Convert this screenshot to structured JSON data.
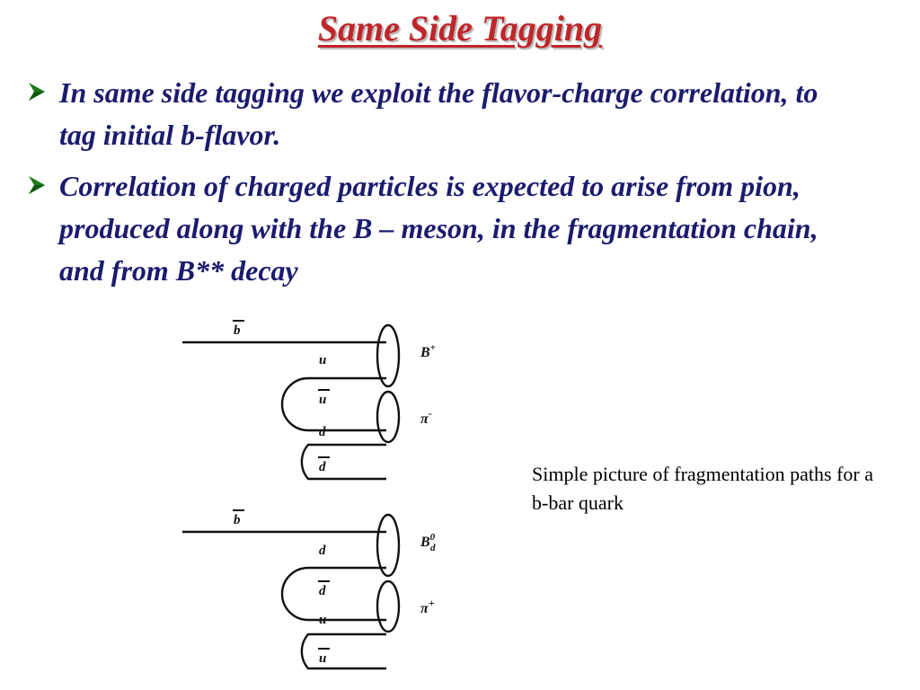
{
  "slide": {
    "title": "Same Side Tagging",
    "bullets": [
      {
        "icon": "arrow-bullet-icon",
        "text": "In same side tagging we exploit the flavor-charge correlation, to tag initial b-flavor."
      },
      {
        "icon": "arrow-bullet-icon",
        "text": "Correlation of charged particles is expected to arise from pion, produced along with the B – meson, in the fragmentation chain, and from B** decay"
      }
    ],
    "caption": "Simple picture of fragmentation paths for a b-bar quark"
  },
  "diagram": {
    "top": {
      "quark_labels": [
        "b",
        "u",
        "u",
        "d",
        "d"
      ],
      "meson_labels": [
        {
          "base": "B",
          "sup": "+",
          "sub": ""
        },
        {
          "base": "π",
          "sup": "-",
          "sub": ""
        }
      ]
    },
    "bottom": {
      "quark_labels": [
        "b",
        "d",
        "d",
        "u",
        "u"
      ],
      "meson_labels": [
        {
          "base": "B",
          "sup": "0",
          "sub": "d"
        },
        {
          "base": "π",
          "sup": "+",
          "sub": ""
        }
      ]
    }
  },
  "colors": {
    "title": "#c0262a",
    "bullet_text": "#1b1b6e",
    "bullet_arrow": "#1a7a1a"
  }
}
